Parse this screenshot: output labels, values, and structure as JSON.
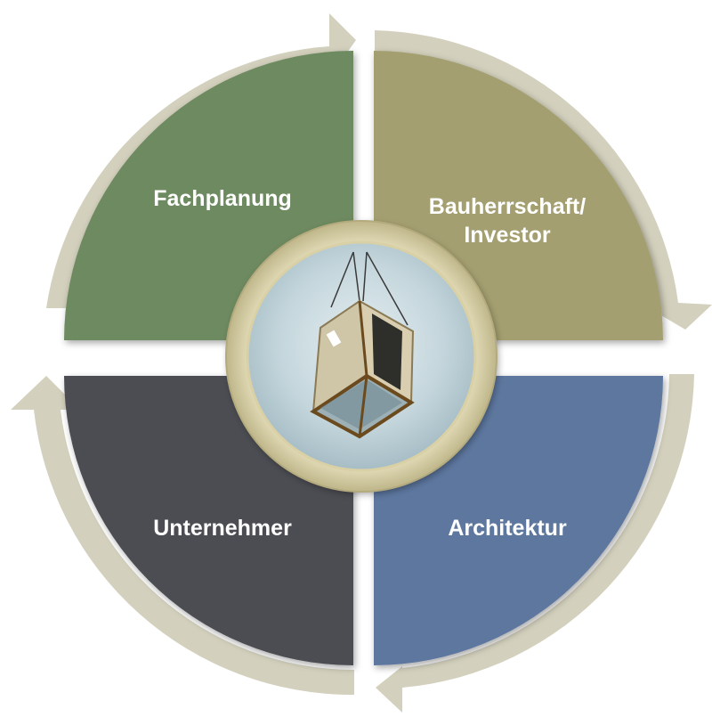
{
  "segments": {
    "top_left": {
      "label": "Fachplanung",
      "color": "#6e8a61"
    },
    "top_right": {
      "label_line1": "Bauherrschaft/",
      "label_line2": "Investor",
      "color": "#a49f6f"
    },
    "bottom_left": {
      "label": "Unternehmer",
      "color": "#4b4d52"
    },
    "bottom_right": {
      "label": "Architektur",
      "color": "#5d779f"
    }
  },
  "colors": {
    "arrow": "#d3d0bd",
    "ring": "#ddd6ae",
    "sky": "#c7d8de"
  },
  "center": {
    "image": "elevator-cabin-hoisted-by-crane"
  }
}
